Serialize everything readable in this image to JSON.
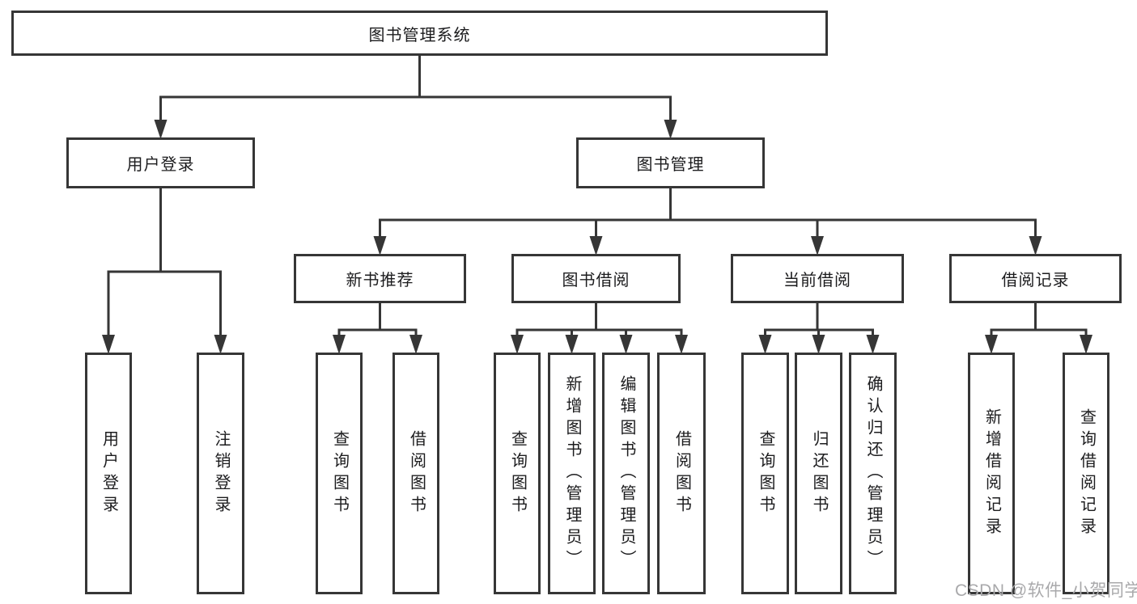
{
  "diagram": {
    "title": "图书管理系统",
    "nodes": [
      {
        "id": "system",
        "label": "图书管理系统",
        "parent": null
      },
      {
        "id": "user-login",
        "label": "用户登录",
        "parent": "system"
      },
      {
        "id": "book-mgmt",
        "label": "图书管理",
        "parent": "system"
      },
      {
        "id": "new-book-rec",
        "label": "新书推荐",
        "parent": "book-mgmt"
      },
      {
        "id": "book-borrow",
        "label": "图书借阅",
        "parent": "book-mgmt"
      },
      {
        "id": "current-borrow",
        "label": "当前借阅",
        "parent": "book-mgmt"
      },
      {
        "id": "borrow-records",
        "label": "借阅记录",
        "parent": "book-mgmt"
      },
      {
        "id": "leaf-user-login",
        "label": "用户登录",
        "parent": "user-login"
      },
      {
        "id": "leaf-logout",
        "label": "注销登录",
        "parent": "user-login"
      },
      {
        "id": "leaf-query-book-1",
        "label": "查询图书",
        "parent": "new-book-rec"
      },
      {
        "id": "leaf-borrow-book-1",
        "label": "借阅图书",
        "parent": "new-book-rec"
      },
      {
        "id": "leaf-query-book-2",
        "label": "查询图书",
        "parent": "book-borrow"
      },
      {
        "id": "leaf-add-book",
        "label": "新增图书（管理员）",
        "parent": "book-borrow"
      },
      {
        "id": "leaf-edit-book",
        "label": "编辑图书（管理员）",
        "parent": "book-borrow"
      },
      {
        "id": "leaf-borrow-book-2",
        "label": "借阅图书",
        "parent": "book-borrow"
      },
      {
        "id": "leaf-query-book-3",
        "label": "查询图书",
        "parent": "current-borrow"
      },
      {
        "id": "leaf-return-book",
        "label": "归还图书",
        "parent": "current-borrow"
      },
      {
        "id": "leaf-confirm-return",
        "label": "确认归还（管理员）",
        "parent": "current-borrow"
      },
      {
        "id": "leaf-add-record",
        "label": "新增借阅记录",
        "parent": "borrow-records"
      },
      {
        "id": "leaf-query-record",
        "label": "查询借阅记录",
        "parent": "borrow-records"
      }
    ]
  },
  "watermark": {
    "text": "CSDN @软件_小贺同学"
  },
  "colors": {
    "line": "#363636",
    "box_border": "#363636",
    "text": "#1c1c1e",
    "background": "#ffffff",
    "watermark": "#a9a9ab"
  }
}
